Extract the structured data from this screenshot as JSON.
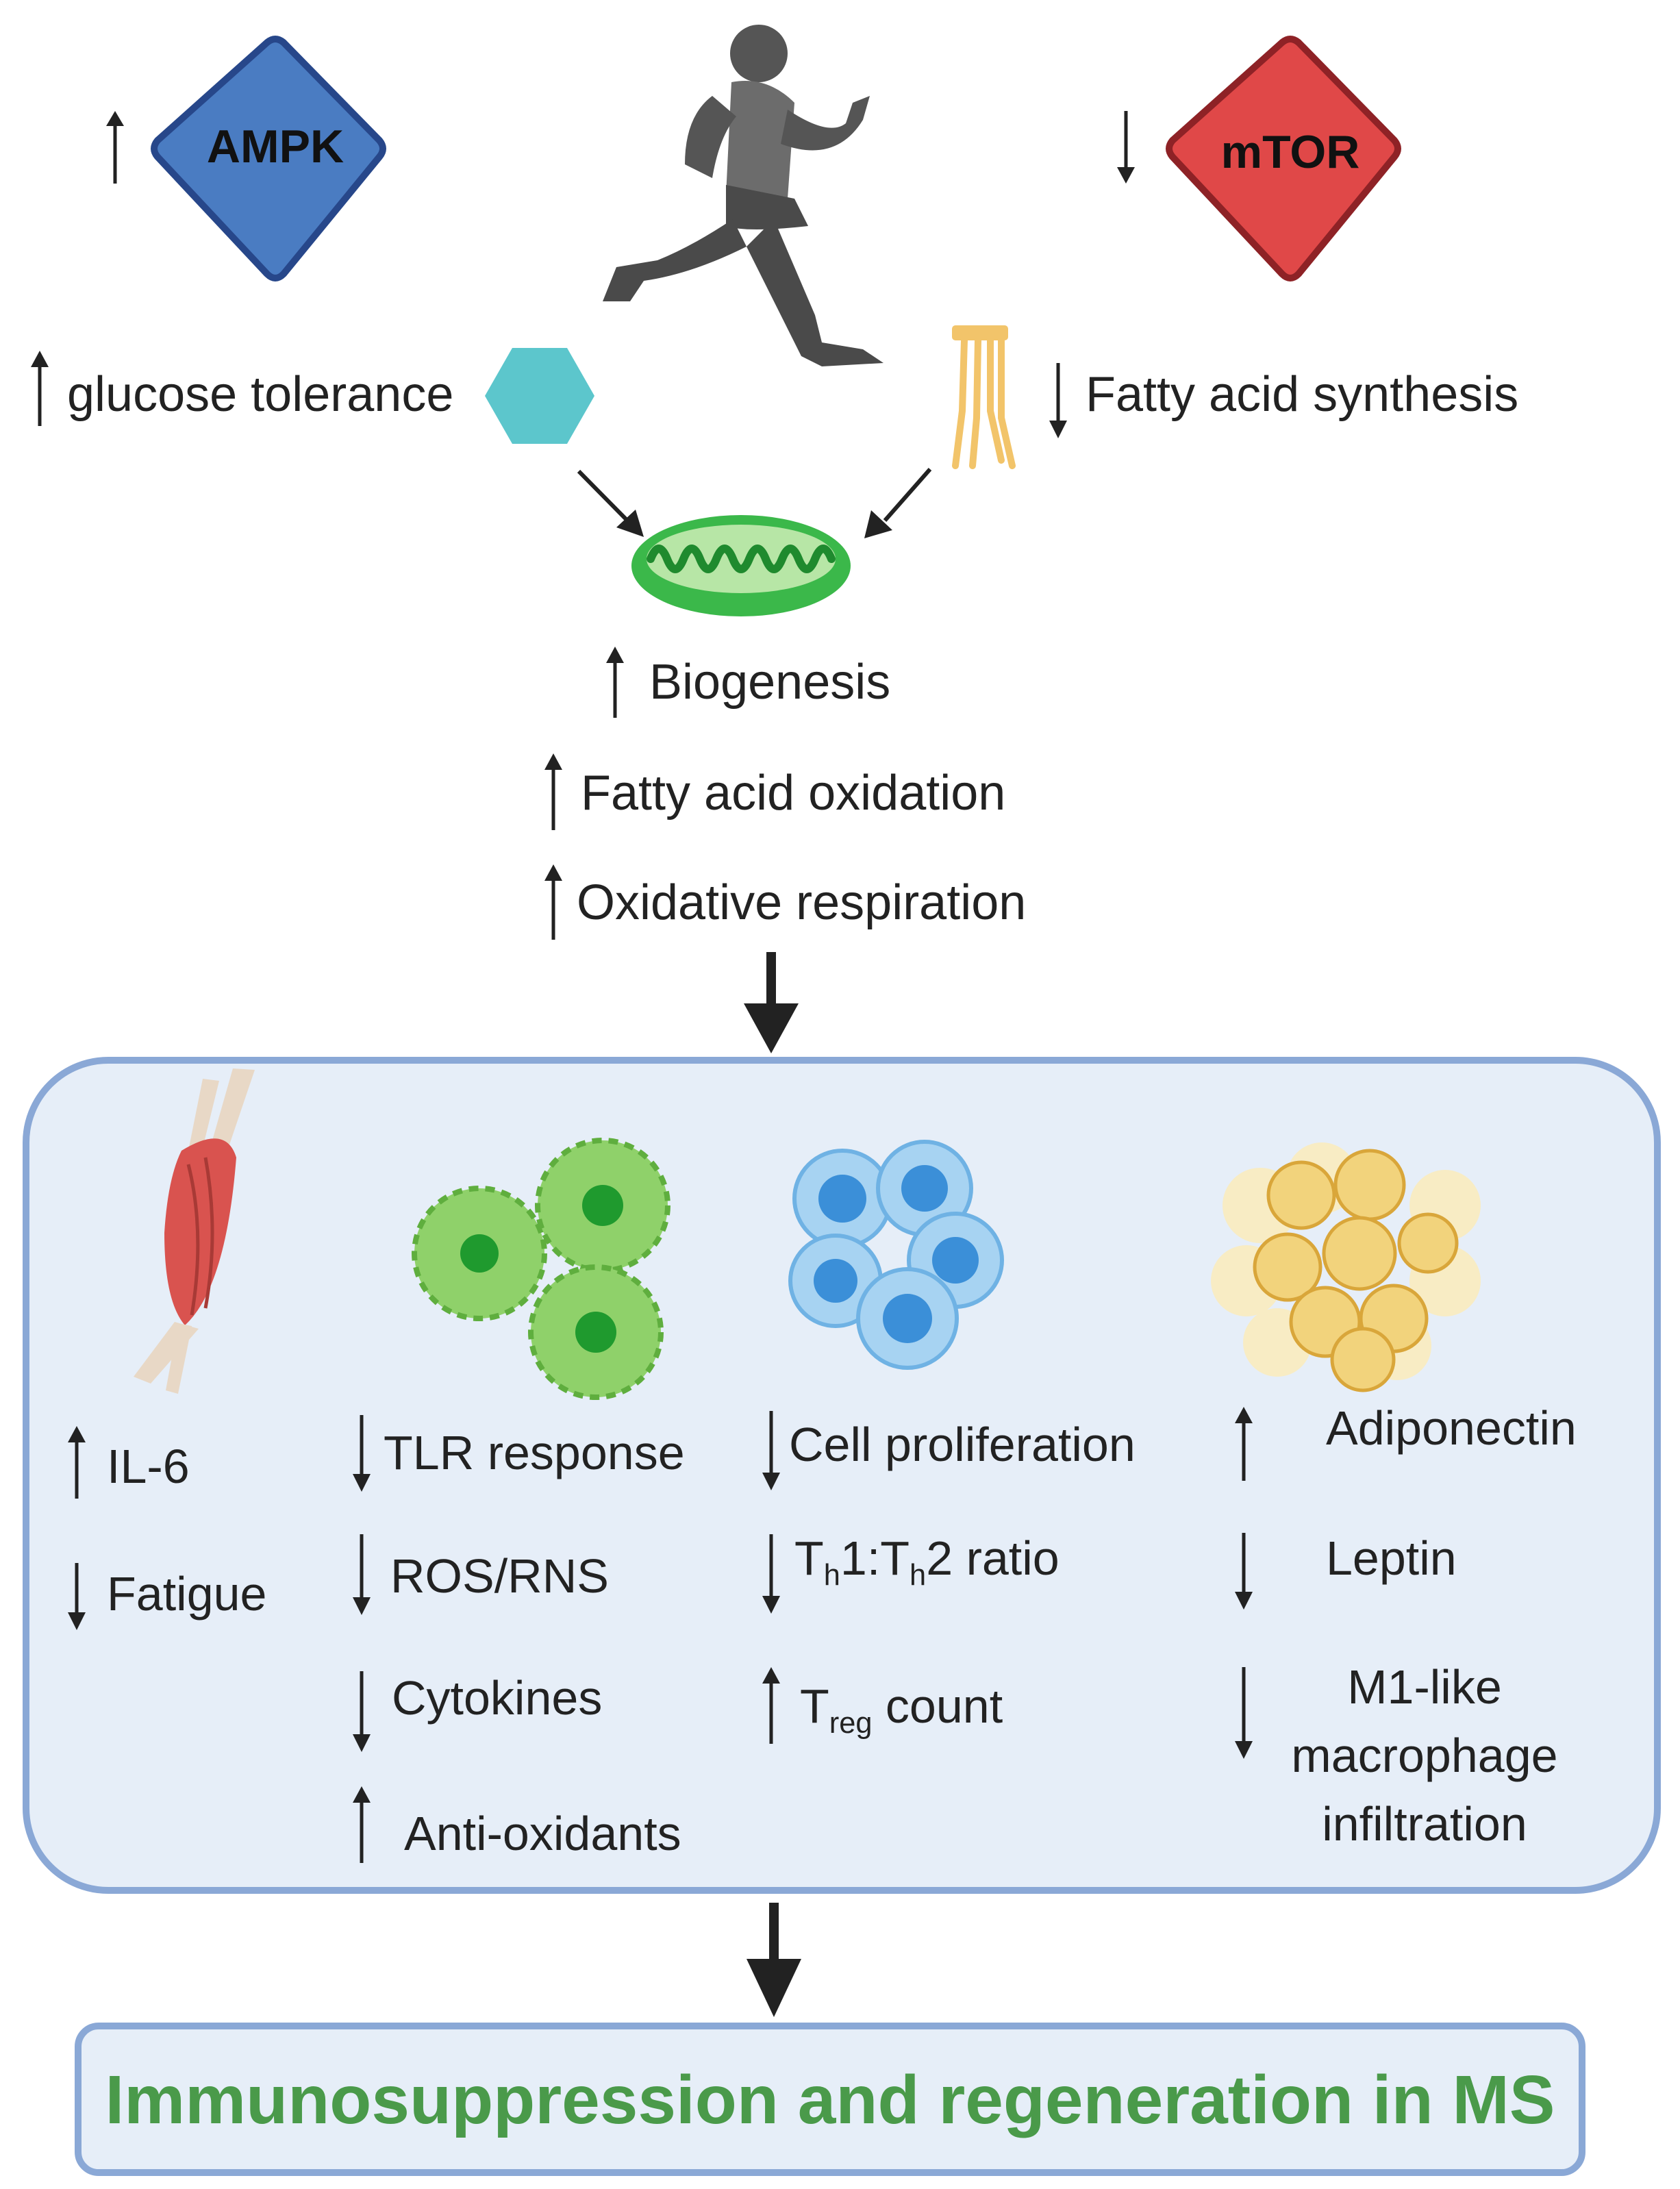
{
  "top": {
    "ampk": {
      "label": "AMPK",
      "direction": "up",
      "color": "#4a7cc2"
    },
    "mtor": {
      "label": "mTOR",
      "direction": "down",
      "color": "#e04848"
    },
    "glucose": {
      "text": "glucose tolerance",
      "direction": "up"
    },
    "fatty_synthesis": {
      "text": "Fatty acid synthesis",
      "direction": "down"
    },
    "mito_effects": [
      {
        "text": "Biogenesis",
        "direction": "up"
      },
      {
        "text": "Fatty acid oxidation",
        "direction": "up"
      },
      {
        "text": "Oxidative respiration",
        "direction": "up"
      }
    ]
  },
  "panel": {
    "columns": [
      {
        "name": "muscle",
        "icon": "muscle-icon",
        "items": [
          {
            "text": "IL-6",
            "direction": "up"
          },
          {
            "text": "Fatigue",
            "direction": "down"
          }
        ]
      },
      {
        "name": "innate-cells",
        "icon": "macrophage-cells-icon",
        "items": [
          {
            "text": "TLR response",
            "direction": "down"
          },
          {
            "text": "ROS/RNS",
            "direction": "down"
          },
          {
            "text": "Cytokines",
            "direction": "down"
          },
          {
            "text": "Anti-oxidants",
            "direction": "up"
          }
        ]
      },
      {
        "name": "t-cells",
        "icon": "lymphocyte-cells-icon",
        "items": [
          {
            "text": "Cell proliferation",
            "direction": "down"
          },
          {
            "parts": [
              "T",
              "h",
              "1:T",
              "h",
              "2 ratio"
            ],
            "direction": "down"
          },
          {
            "parts": [
              "T",
              "reg",
              " count"
            ],
            "direction": "up"
          }
        ]
      },
      {
        "name": "adipose",
        "icon": "adipocytes-icon",
        "items": [
          {
            "text": "Adiponectin",
            "direction": "up"
          },
          {
            "text": "Leptin",
            "direction": "down"
          },
          {
            "lines": [
              "M1-like",
              "macrophage",
              "infiltration"
            ],
            "direction": "down"
          }
        ]
      }
    ]
  },
  "outcome": {
    "text": "Immunosuppression and regeneration in MS",
    "color": "#4a9a4a"
  },
  "colors": {
    "panel_bg": "#e6eef8",
    "panel_border": "#8aa8d6",
    "mito": "#3bb84a",
    "glucose": "#5cc6cc",
    "lipid": "#f2c46a"
  }
}
